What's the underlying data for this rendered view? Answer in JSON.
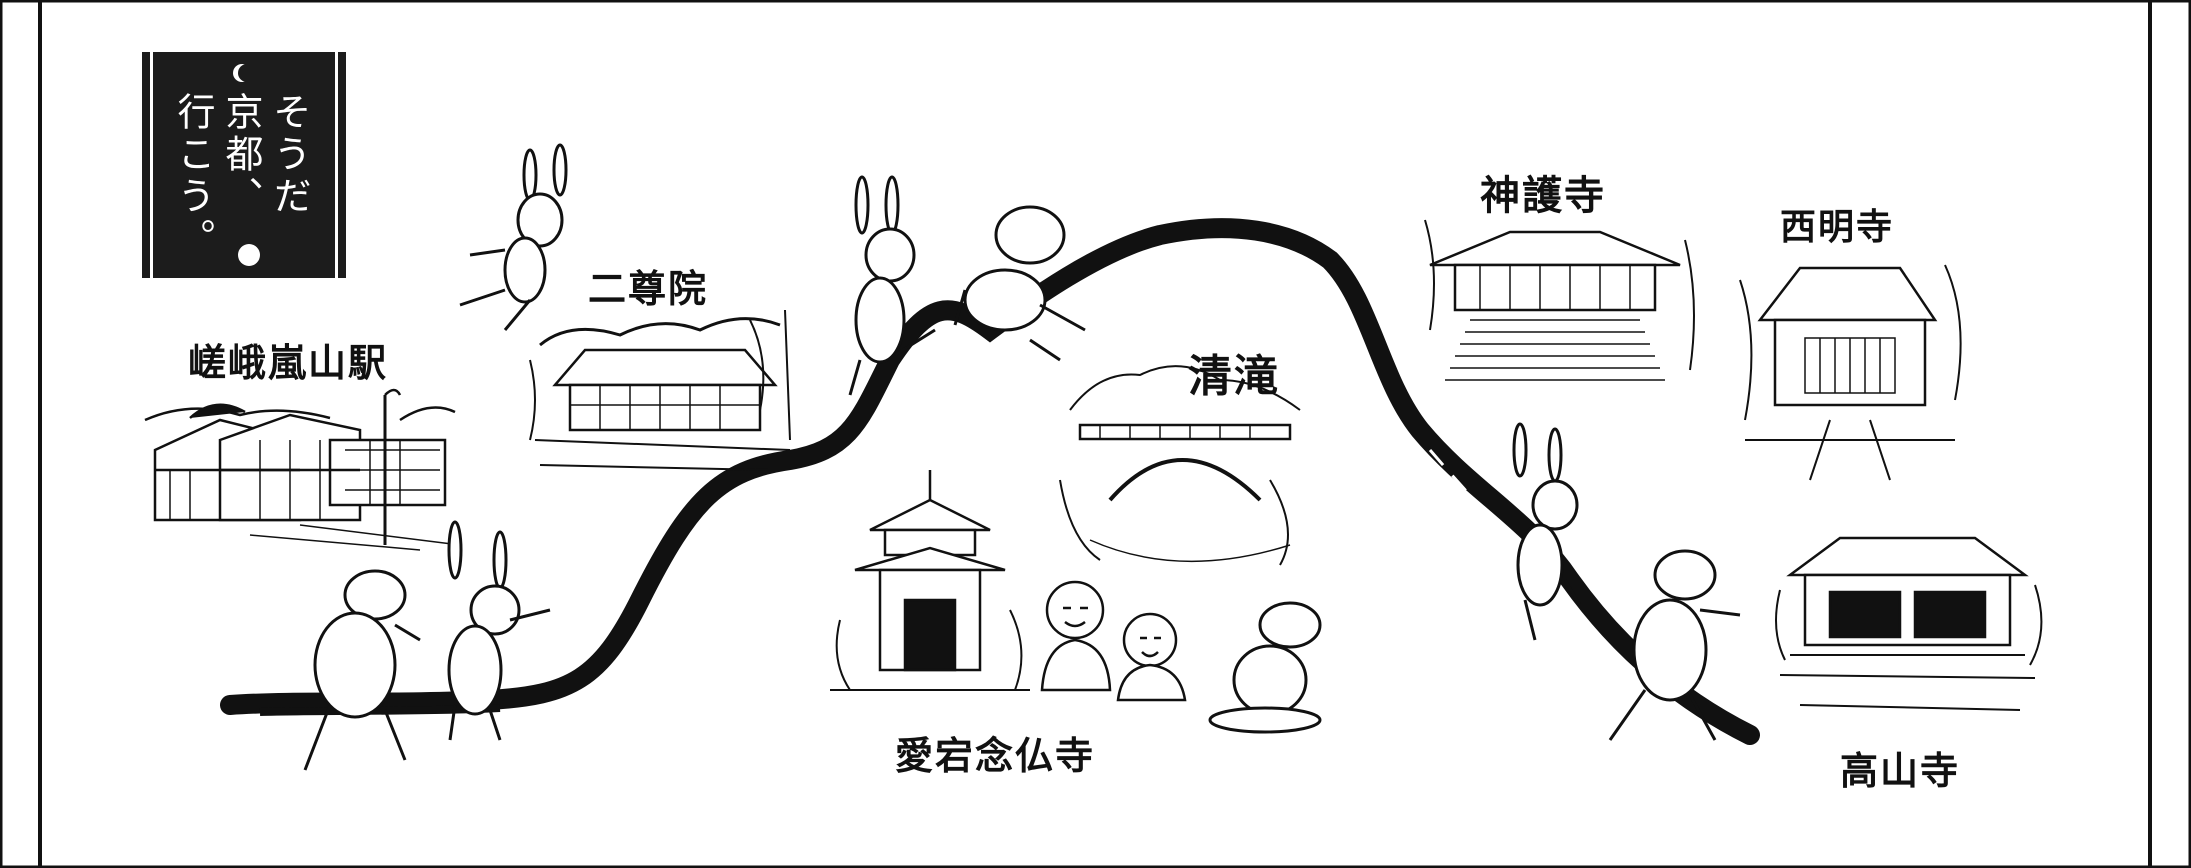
{
  "banner": {
    "line1": "そうだ",
    "line2": "京都、",
    "line3": "行こう。"
  },
  "places": {
    "saga_arashiyama_station": "嵯峨嵐山駅",
    "nisonin": "二尊院",
    "kiyotaki": "清滝",
    "otagi_nenbutsuji": "愛宕念仏寺",
    "jingoji": "神護寺",
    "saimyoji": "西明寺",
    "kozanji": "高山寺"
  },
  "colors": {
    "ink": "#111111",
    "paper": "#ffffff",
    "banner": "#1c1c1c"
  },
  "icons": [
    "rabbit-icon",
    "frog-icon",
    "crescent-moon-icon",
    "full-moon-icon",
    "temple-icon",
    "station-icon",
    "bridge-icon",
    "jizo-icon"
  ]
}
